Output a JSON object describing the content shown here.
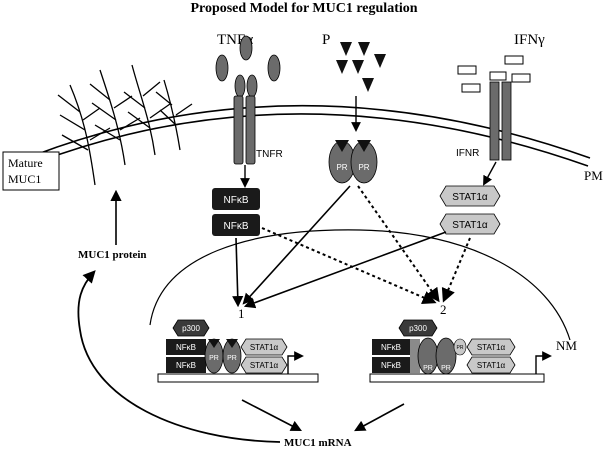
{
  "title": "Proposed Model for MUC1 regulation",
  "labels": {
    "tnfa": "TNFα",
    "p": "P",
    "ifng": "IFNγ",
    "tnfr": "TNFR",
    "ifnr": "IFNR",
    "pm": "PM",
    "nm": "NM",
    "mature_muc1_line1": "Mature",
    "mature_muc1_line2": "MUC1",
    "muc1_protein": "MUC1 protein",
    "muc1_mrna": "MUC1 mRNA",
    "site1": "1",
    "site2": "2"
  },
  "molecules": {
    "nfkb": "NFκB",
    "stat1a": "STAT1α",
    "pr": "PR",
    "p300": "p300",
    "pr_small": "PR"
  },
  "colors": {
    "dark": "#1a1a1a",
    "mid_gray": "#6b6b6b",
    "light_gray": "#c8c8c8",
    "line": "#000000"
  }
}
